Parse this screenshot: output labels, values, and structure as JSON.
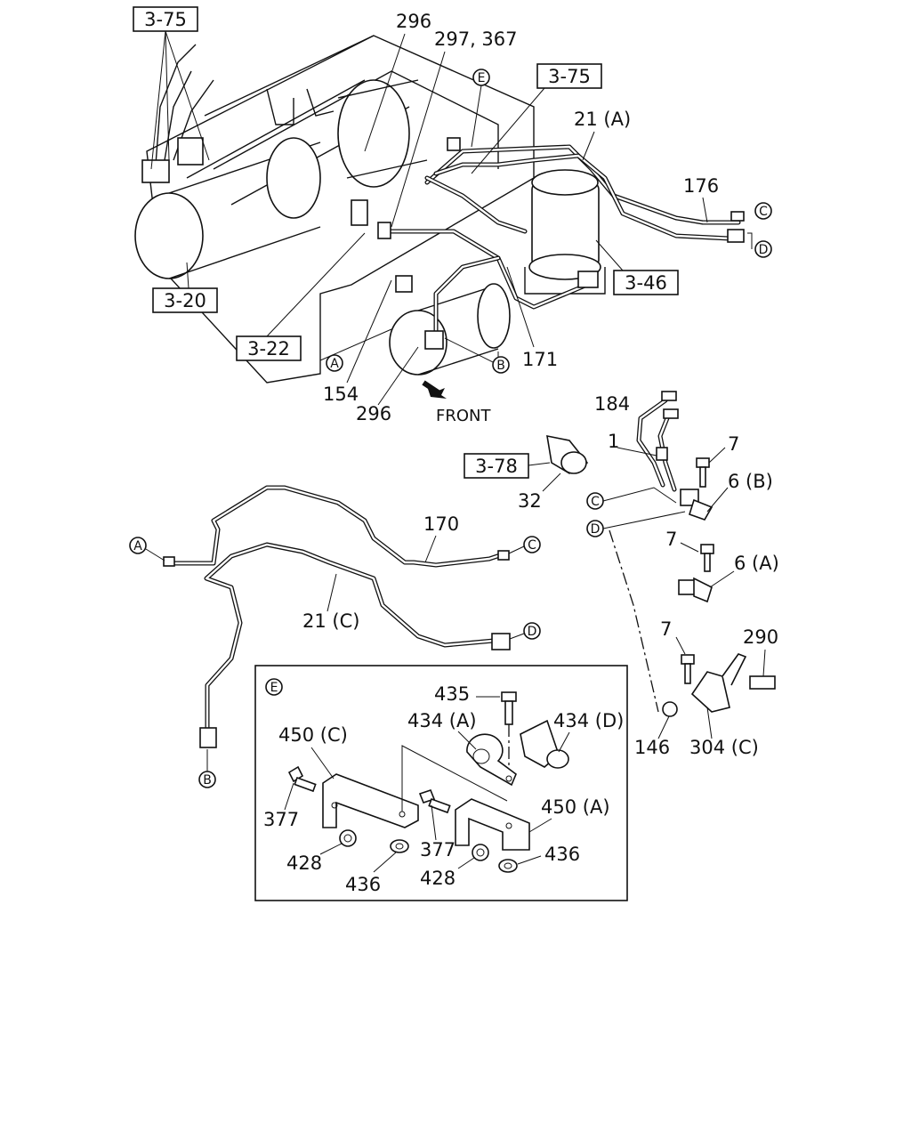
{
  "references": {
    "r375a": "3-75",
    "r375b": "3-75",
    "r320": "3-20",
    "r322": "3-22",
    "r346": "3-46",
    "r378": "3-78"
  },
  "circle_markers": {
    "A": "A",
    "B": "B",
    "C": "C",
    "D": "D",
    "E": "E"
  },
  "labels": {
    "p296_top": "296",
    "p297_367": "297, 367",
    "p21A": "21 (A)",
    "p176": "176",
    "p171": "171",
    "p154": "154",
    "p296_bot": "296",
    "front": "FRONT",
    "p184": "184",
    "p1": "1",
    "p7_a": "7",
    "p6B": "6 (B)",
    "p32": "32",
    "p7_b": "7",
    "p6A": "6 (A)",
    "p170": "170",
    "p21C": "21 (C)",
    "p7_c": "7",
    "p290": "290",
    "p146": "146",
    "p304C": "304 (C)",
    "p435": "435",
    "p434A": "434 (A)",
    "p434D": "434 (D)",
    "p450C": "450 (C)",
    "p450A": "450 (A)",
    "p377_a": "377",
    "p377_b": "377",
    "p428_a": "428",
    "p428_b": "428",
    "p436_a": "436",
    "p436_b": "436"
  },
  "icons": {
    "front_arrow": "arrow-front-icon",
    "bolt": "bolt-icon",
    "nut": "nut-icon",
    "clip": "clip-icon",
    "bracket": "bracket-icon"
  }
}
